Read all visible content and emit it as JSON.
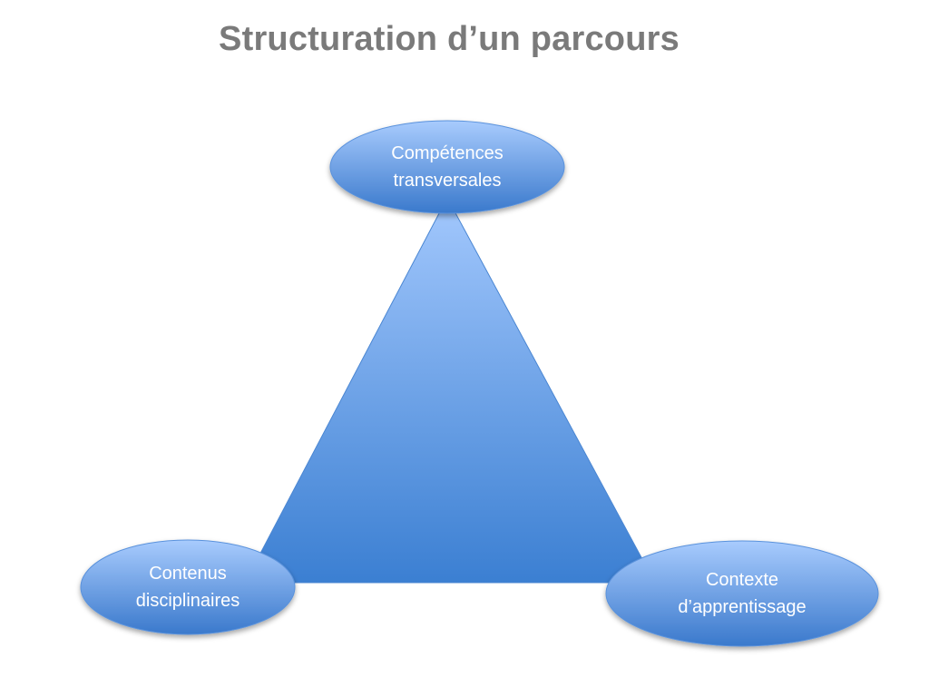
{
  "title": "Structuration d’un parcours",
  "nodes": {
    "top": {
      "label": "Compétences\ntransversales"
    },
    "left": {
      "label": "Contenus\ndisciplinaires"
    },
    "right": {
      "label": "Contexte\nd’apprentissage"
    }
  },
  "colors": {
    "title": "#7a7a7a",
    "fill_light": "#9cc2fb",
    "fill_dark": "#3a7dd0",
    "text": "#ffffff"
  }
}
